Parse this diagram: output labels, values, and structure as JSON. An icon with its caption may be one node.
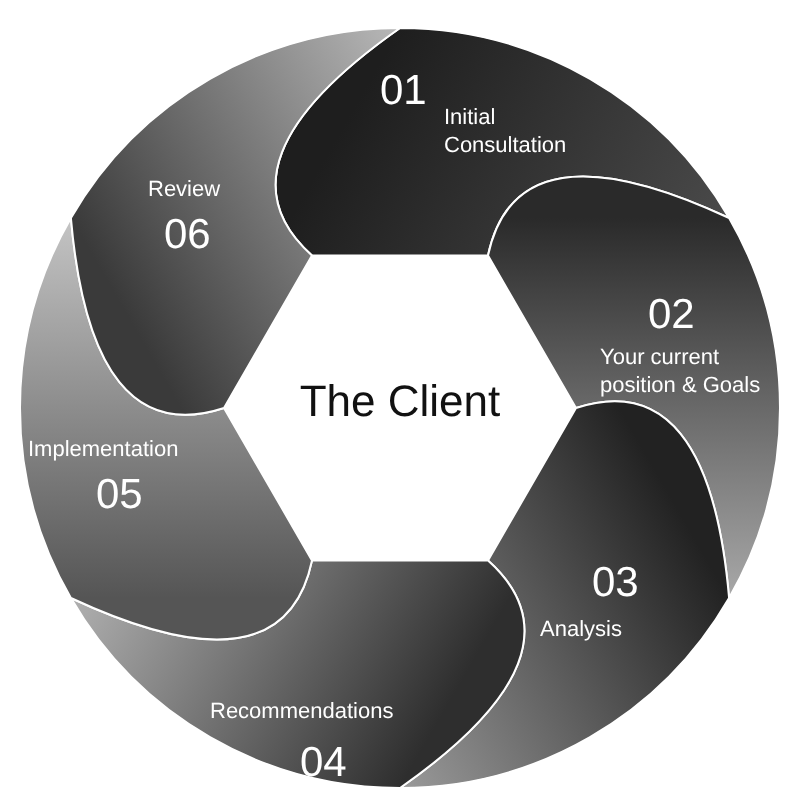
{
  "diagram": {
    "nodes": [
      {
        "text": [
          "The Client"
        ]
      },
      {
        "text": [
          "01",
          "Initial Consultation"
        ]
      },
      {
        "text": [
          "02",
          "Your current position & Goals"
        ]
      },
      {
        "text": [
          "03",
          "Analysis"
        ]
      },
      {
        "text": [
          "Recommendations",
          "04"
        ]
      },
      {
        "text": [
          "Implementation",
          "05"
        ]
      },
      {
        "text": [
          "Review",
          "06"
        ]
      }
    ],
    "edges": []
  }
}
